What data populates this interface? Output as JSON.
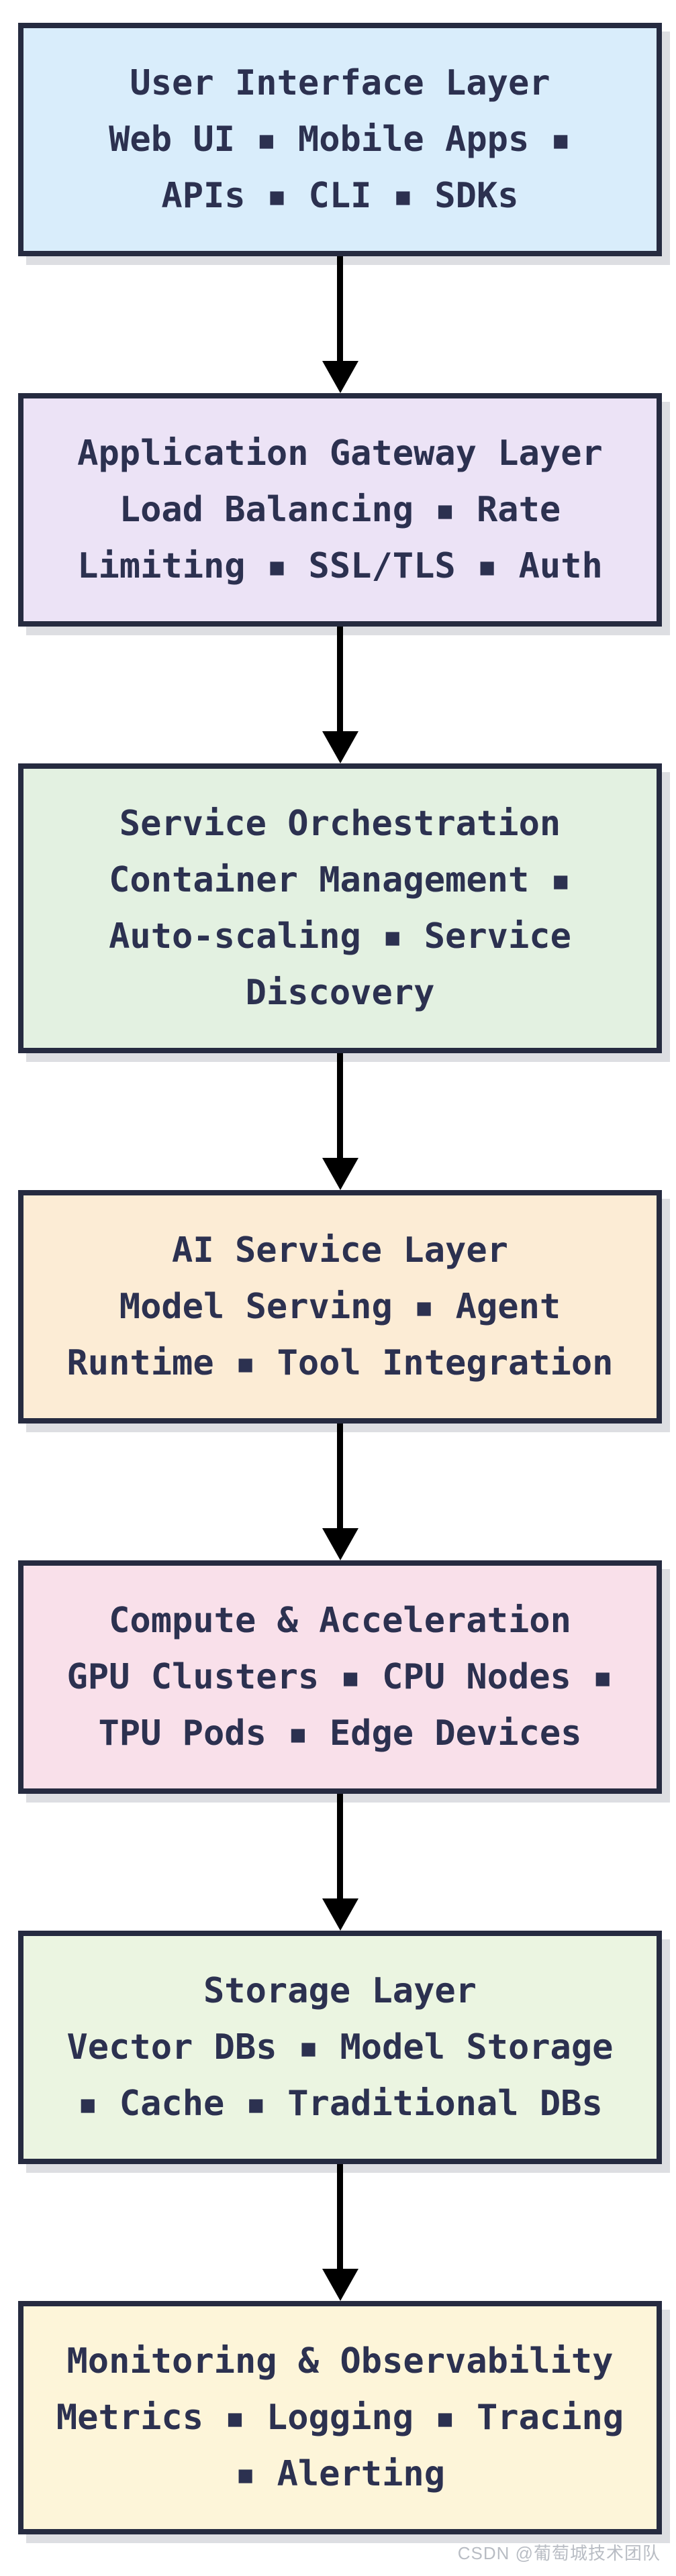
{
  "diagram": {
    "type": "flowchart",
    "direction": "top-down",
    "colors": {
      "node_border": "#262b40",
      "node_text": "#2c3150",
      "arrow": "#000000",
      "shadow": "#dfe0e6",
      "node_backgrounds": [
        "#d9edfb",
        "#ece3f6",
        "#e3f1e1",
        "#fcecd5",
        "#f9e0ea",
        "#ebf5e1",
        "#fdf5d9"
      ]
    },
    "nodes": [
      {
        "title": "User Interface Layer",
        "items": "Web UI ▪ Mobile Apps ▪\nAPIs ▪ CLI ▪ SDKs",
        "bg": "#d9edfb"
      },
      {
        "title": "Application Gateway Layer",
        "items": "Load Balancing ▪ Rate\nLimiting ▪ SSL/TLS ▪ Auth",
        "bg": "#ece3f6"
      },
      {
        "title": "Service Orchestration",
        "items": "Container Management ▪\nAuto-scaling ▪ Service\nDiscovery",
        "bg": "#e3f1e1"
      },
      {
        "title": "AI Service Layer",
        "items": "Model Serving ▪ Agent\nRuntime ▪ Tool Integration",
        "bg": "#fcecd5"
      },
      {
        "title": "Compute & Acceleration",
        "items": "GPU Clusters ▪ CPU Nodes ▪\nTPU Pods ▪ Edge Devices",
        "bg": "#f9e0ea"
      },
      {
        "title": "Storage Layer",
        "items": "Vector DBs ▪ Model Storage\n▪ Cache ▪ Traditional DBs",
        "bg": "#ebf5e1"
      },
      {
        "title": "Monitoring & Observability",
        "items": "Metrics ▪ Logging ▪ Tracing\n▪ Alerting",
        "bg": "#fdf5d9"
      }
    ],
    "watermark": "CSDN @葡萄城技术团队"
  }
}
